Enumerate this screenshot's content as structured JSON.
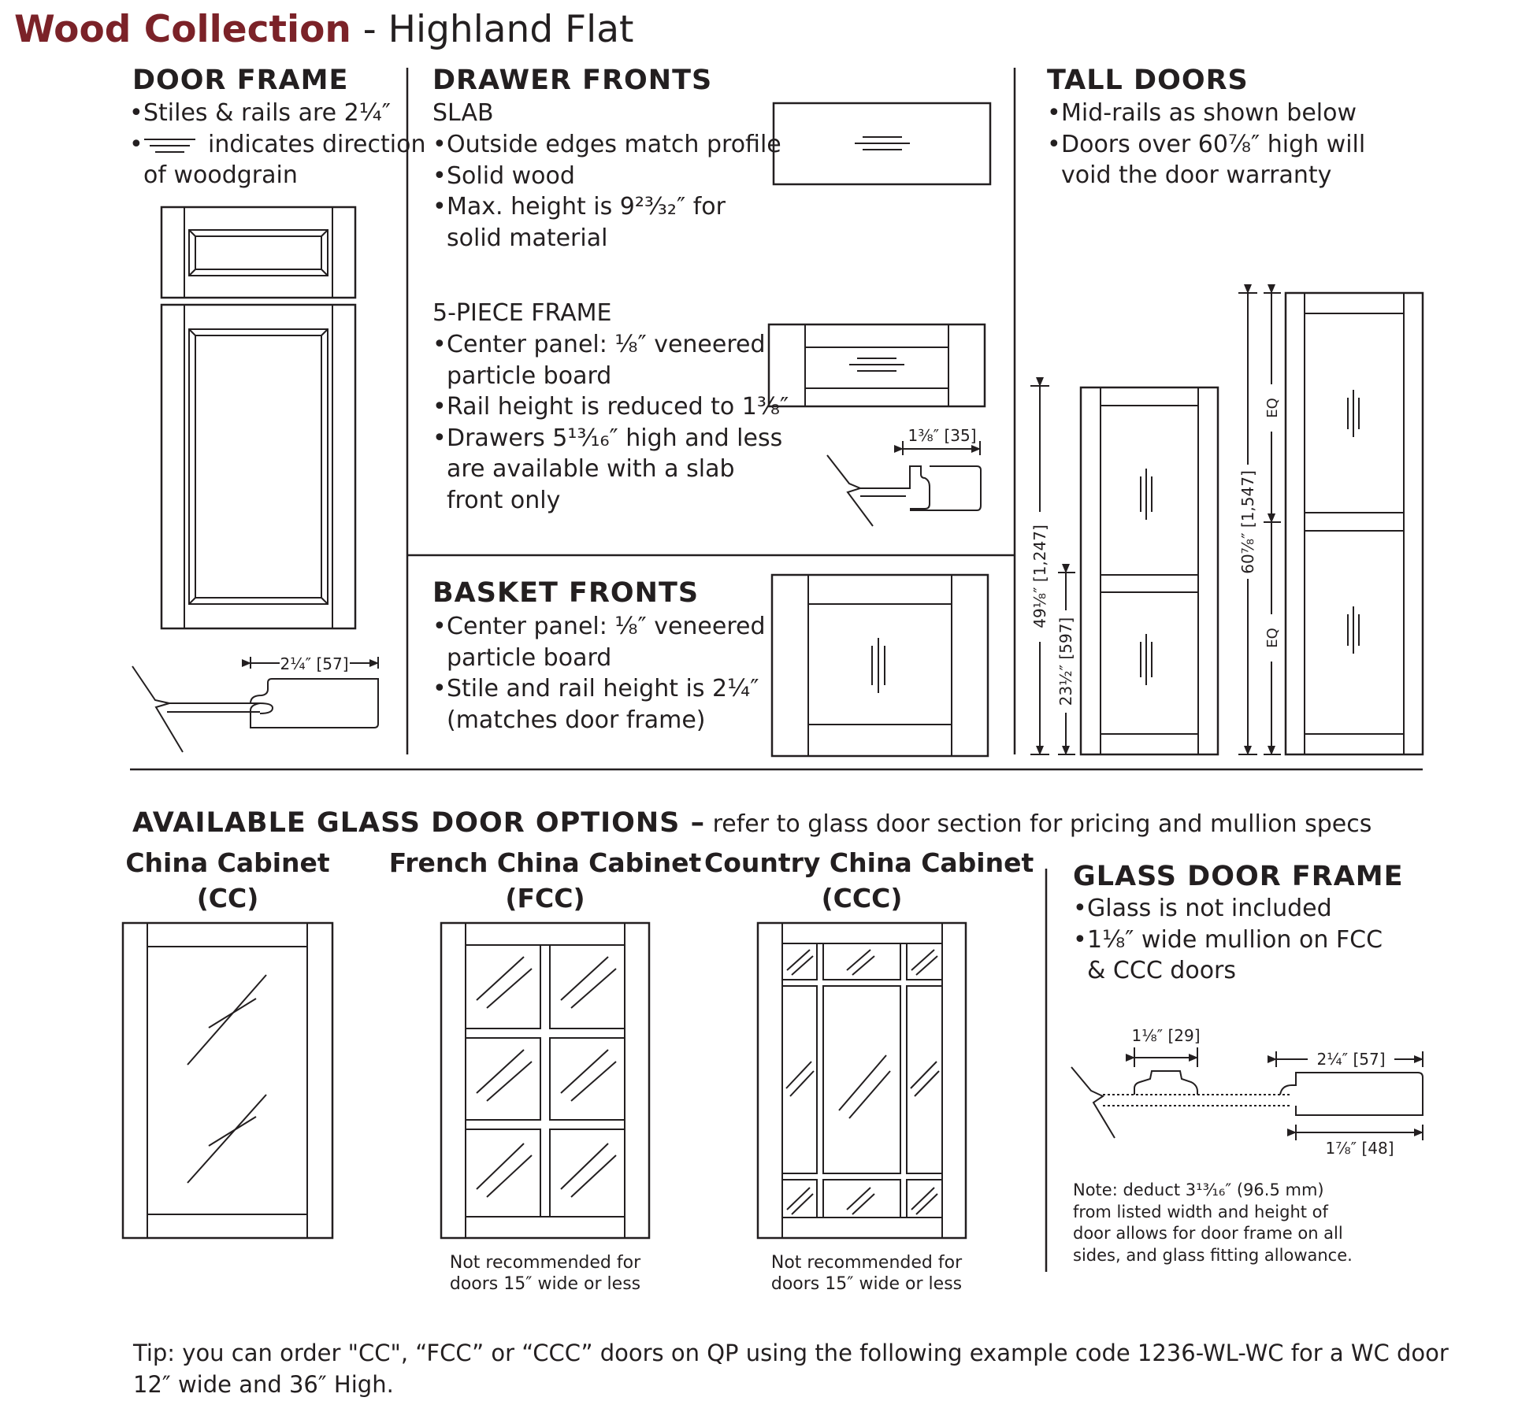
{
  "header": {
    "brand": "Wood Collection",
    "rest": " - Highland Flat"
  },
  "door_frame": {
    "title": "DOOR FRAME",
    "bullet1": "Stiles & rails are 2¼″",
    "bullet2": "indicates direction",
    "bullet2_cont": "of woodgrain",
    "dim": "2¼″ [57]"
  },
  "drawer_fronts": {
    "title": "DRAWER FRONTS",
    "slab_label": "SLAB",
    "slab_bullets": [
      "Outside edges match profile",
      "Solid wood",
      "Max. height is 9²³⁄₃₂″ for"
    ],
    "slab_cont": "solid material",
    "five_label": "5-PIECE FRAME",
    "five_lines": [
      {
        "bullet": true,
        "text": "Center panel: ⅛″ veneered"
      },
      {
        "bullet": false,
        "text": "particle board"
      },
      {
        "bullet": true,
        "text": "Rail height is reduced to 1⅜″"
      },
      {
        "bullet": true,
        "text": "Drawers 5¹³⁄₁₆″ high and less"
      },
      {
        "bullet": false,
        "text": "are available with a slab"
      },
      {
        "bullet": false,
        "text": "front only"
      }
    ],
    "dim": "1⅜″ [35]"
  },
  "basket_fronts": {
    "title": "BASKET FRONTS",
    "lines": [
      {
        "bullet": true,
        "text": "Center panel: ⅛″ veneered"
      },
      {
        "bullet": false,
        "text": "particle board"
      },
      {
        "bullet": true,
        "text": "Stile and rail height is 2¼″"
      },
      {
        "bullet": false,
        "text": "(matches door frame)"
      }
    ]
  },
  "tall_doors": {
    "title": "TALL DOORS",
    "lines": [
      {
        "bullet": true,
        "text": "Mid-rails as shown below"
      },
      {
        "bullet": true,
        "text": "Doors over 60⅞″ high will"
      },
      {
        "bullet": false,
        "text": "void the door warranty"
      }
    ],
    "dim_overall_short": "49⅛″ [1,247]",
    "dim_lower_short": "23½″ [597]",
    "dim_overall_tall": "60⅞″ [1,547]",
    "eq_label": "EQ"
  },
  "glass": {
    "title": "AVAILABLE GLASS DOOR OPTIONS –",
    "title_rest": " refer to glass door section for pricing and mullion specs",
    "options": [
      {
        "name": "China Cabinet",
        "code": "(CC)"
      },
      {
        "name": "French China Cabinet",
        "code": "(FCC)",
        "note1": "Not recommended for",
        "note2": "doors 15″ wide or less"
      },
      {
        "name": "Country China Cabinet",
        "code": "(CCC)",
        "note1": "Not recommended for",
        "note2": "doors 15″ wide or less"
      }
    ]
  },
  "glass_frame": {
    "title": "GLASS DOOR FRAME",
    "lines": [
      {
        "bullet": true,
        "text": "Glass is not included"
      },
      {
        "bullet": true,
        "text": "1⅛″ wide mullion on FCC"
      },
      {
        "bullet": false,
        "text": "& CCC doors"
      }
    ],
    "dim_mullion": "1⅛″ [29]",
    "dim_frame": "2¼″ [57]",
    "dim_inner": "1⅞″ [48]",
    "note_lines": [
      "Note: deduct 3¹³⁄₁₆″ (96.5 mm)",
      "from listed width and height of",
      "door allows for door frame on all",
      "sides, and glass fitting allowance."
    ]
  },
  "tip": {
    "line1": "Tip: you can order \"CC\", “FCC” or “CCC” doors on QP using the following example code 1236-WL-WC for a WC door",
    "line2": "12″ wide and 36″ High."
  }
}
